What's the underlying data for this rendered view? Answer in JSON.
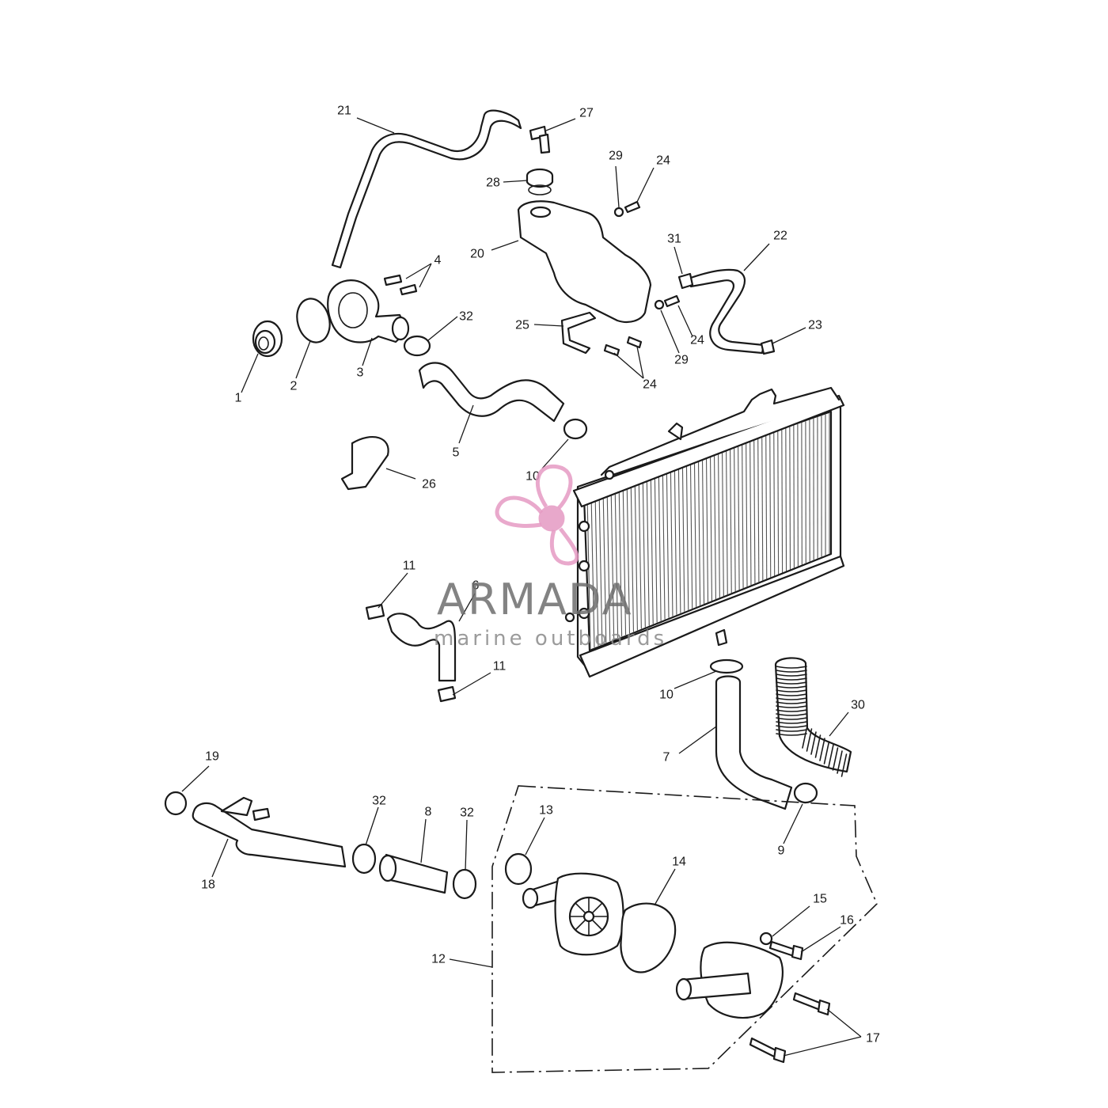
{
  "callouts": [
    {
      "id": "c1",
      "label": "1"
    },
    {
      "id": "c2",
      "label": "2"
    },
    {
      "id": "c3",
      "label": "3"
    },
    {
      "id": "c4",
      "label": "4"
    },
    {
      "id": "c5",
      "label": "5"
    },
    {
      "id": "c6",
      "label": "6"
    },
    {
      "id": "c7",
      "label": "7"
    },
    {
      "id": "c8",
      "label": "8"
    },
    {
      "id": "c9",
      "label": "9"
    },
    {
      "id": "c10a",
      "label": "10"
    },
    {
      "id": "c10b",
      "label": "10"
    },
    {
      "id": "c11a",
      "label": "11"
    },
    {
      "id": "c11b",
      "label": "11"
    },
    {
      "id": "c12",
      "label": "12"
    },
    {
      "id": "c13",
      "label": "13"
    },
    {
      "id": "c14",
      "label": "14"
    },
    {
      "id": "c15",
      "label": "15"
    },
    {
      "id": "c16",
      "label": "16"
    },
    {
      "id": "c17",
      "label": "17"
    },
    {
      "id": "c18",
      "label": "18"
    },
    {
      "id": "c19",
      "label": "19"
    },
    {
      "id": "c20",
      "label": "20"
    },
    {
      "id": "c21",
      "label": "21"
    },
    {
      "id": "c22",
      "label": "22"
    },
    {
      "id": "c23",
      "label": "23"
    },
    {
      "id": "c24a",
      "label": "24"
    },
    {
      "id": "c24b",
      "label": "24"
    },
    {
      "id": "c24c",
      "label": "24"
    },
    {
      "id": "c25",
      "label": "25"
    },
    {
      "id": "c26",
      "label": "26"
    },
    {
      "id": "c27",
      "label": "27"
    },
    {
      "id": "c28",
      "label": "28"
    },
    {
      "id": "c29a",
      "label": "29"
    },
    {
      "id": "c29b",
      "label": "29"
    },
    {
      "id": "c30",
      "label": "30"
    },
    {
      "id": "c31",
      "label": "31"
    },
    {
      "id": "c32a",
      "label": "32"
    },
    {
      "id": "c32b",
      "label": "32"
    },
    {
      "id": "c32c",
      "label": "32"
    }
  ],
  "watermark": {
    "brand": "ARMADA",
    "tagline": "marine outboards",
    "logo_icon": "propeller-icon",
    "accent_color": "#e59ac3"
  },
  "colors": {
    "line": "#1a1a1a",
    "background": "#ffffff"
  }
}
